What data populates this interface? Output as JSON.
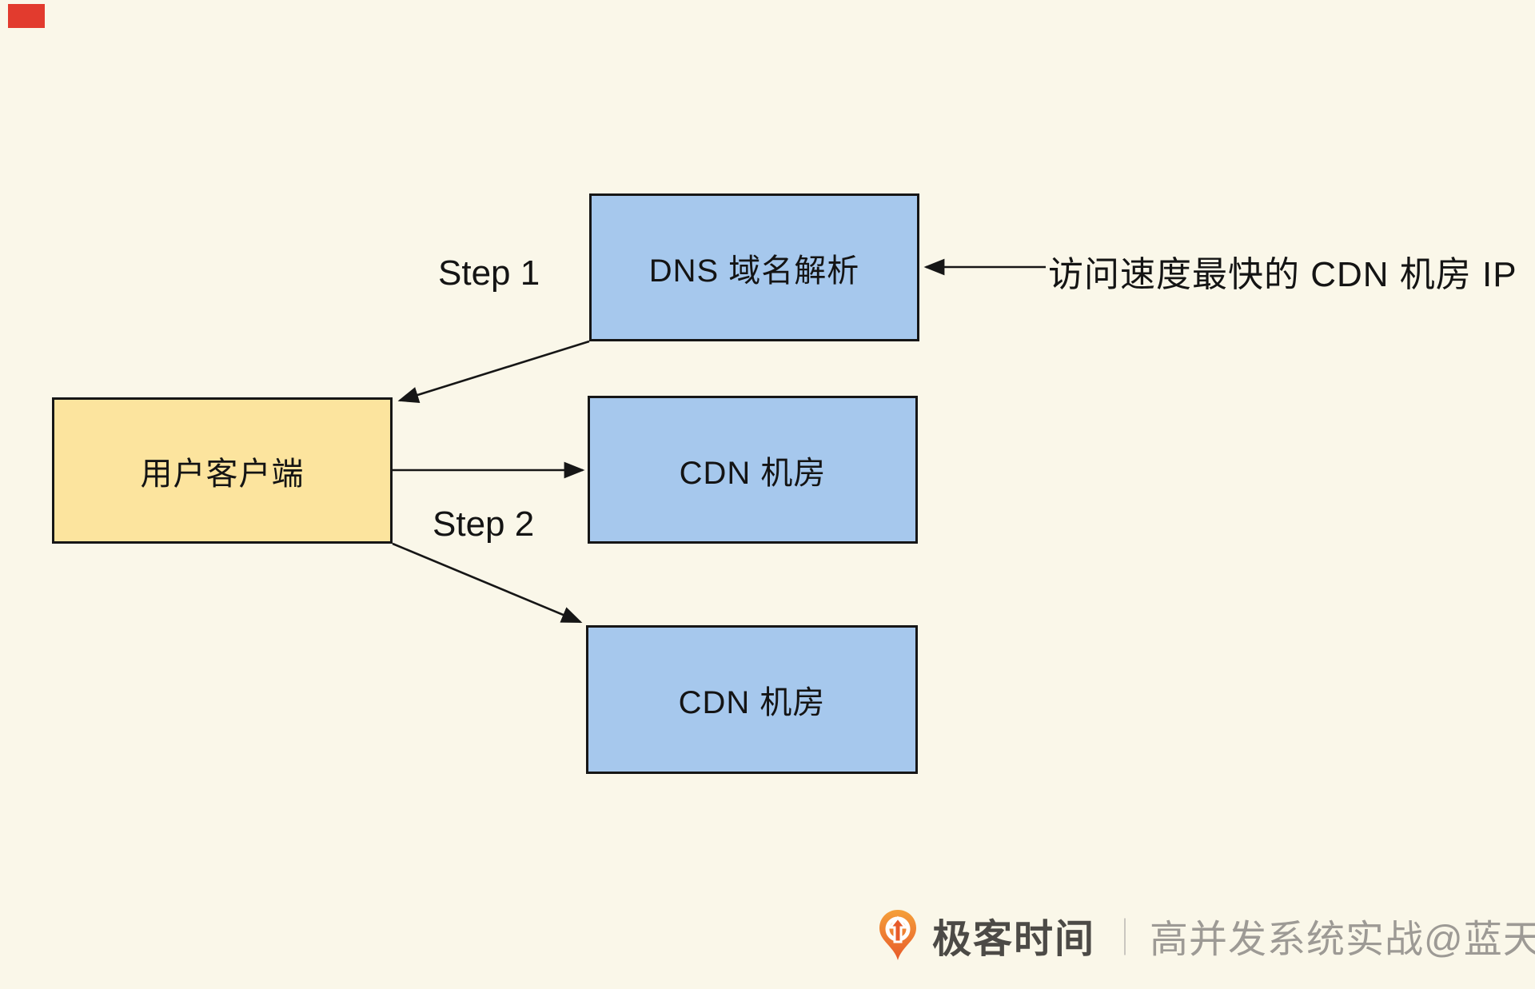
{
  "canvas": {
    "background": "#FAF7E9",
    "stroke_color": "#161616"
  },
  "diagram": {
    "nodes": [
      {
        "id": "user-client",
        "label": "用户客户端",
        "fill": "#FCE49E"
      },
      {
        "id": "dns-resolver",
        "label": "DNS 域名解析",
        "fill": "#A6C8ED"
      },
      {
        "id": "cdn-room-1",
        "label": "CDN 机房",
        "fill": "#A6C8ED"
      },
      {
        "id": "cdn-room-2",
        "label": "CDN 机房",
        "fill": "#A6C8ED"
      }
    ],
    "steps": [
      {
        "id": "step-1",
        "text": "Step 1"
      },
      {
        "id": "step-2",
        "text": "Step 2"
      }
    ],
    "annotation": {
      "text": "访问速度最快的 CDN 机房 IP"
    }
  },
  "indicator": {
    "color": "#E23B2E"
  },
  "watermark": {
    "logo_icon": "geektime-pin-logo",
    "logo_color": "#EE702C",
    "brand": "极客时间",
    "separator": "｜",
    "credit": "高并发系统实战@蓝天",
    "brand_color": "#4C4A46",
    "credit_color": "#9D9A95"
  }
}
